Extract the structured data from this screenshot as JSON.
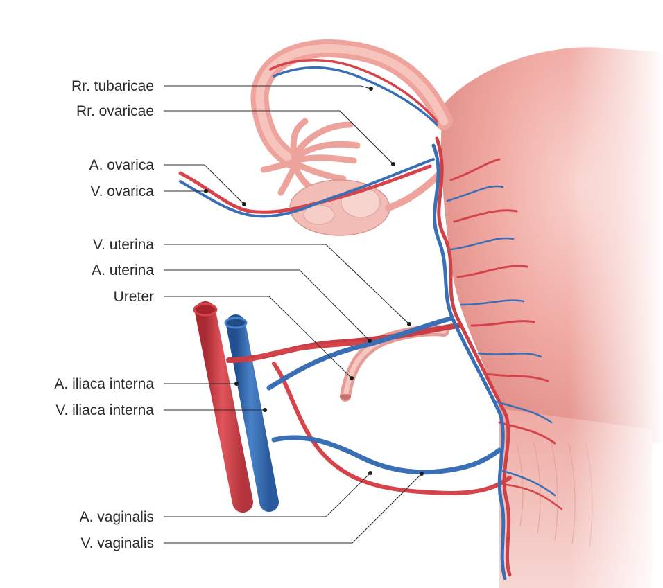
{
  "figure": {
    "labels": [
      {
        "id": "rr-tubaricae",
        "text": "Rr. tubaricae"
      },
      {
        "id": "rr-ovaricae",
        "text": "Rr. ovaricae"
      },
      {
        "id": "a-ovarica",
        "text": "A. ovarica"
      },
      {
        "id": "v-ovarica",
        "text": "V. ovarica"
      },
      {
        "id": "v-uterina",
        "text": "V. uterina"
      },
      {
        "id": "a-uterina",
        "text": "A. uterina"
      },
      {
        "id": "ureter",
        "text": "Ureter"
      },
      {
        "id": "a-iliaca-interna",
        "text": "A. iliaca interna"
      },
      {
        "id": "v-iliaca-interna",
        "text": "V. iliaca interna"
      },
      {
        "id": "a-vaginalis",
        "text": "A. vaginalis"
      },
      {
        "id": "v-vaginalis",
        "text": "V. vaginalis"
      }
    ]
  },
  "colors": {
    "artery": "#d6444b",
    "artery_dark": "#a82a33",
    "vein": "#3a6fb5",
    "vein_dark": "#214f8f",
    "uterus": "#f2b4ad",
    "uterus_shade": "#e48f88",
    "ureter": "#ecaaa3",
    "ovary": "#f5c9c2",
    "leader": "#2b2b2b"
  }
}
